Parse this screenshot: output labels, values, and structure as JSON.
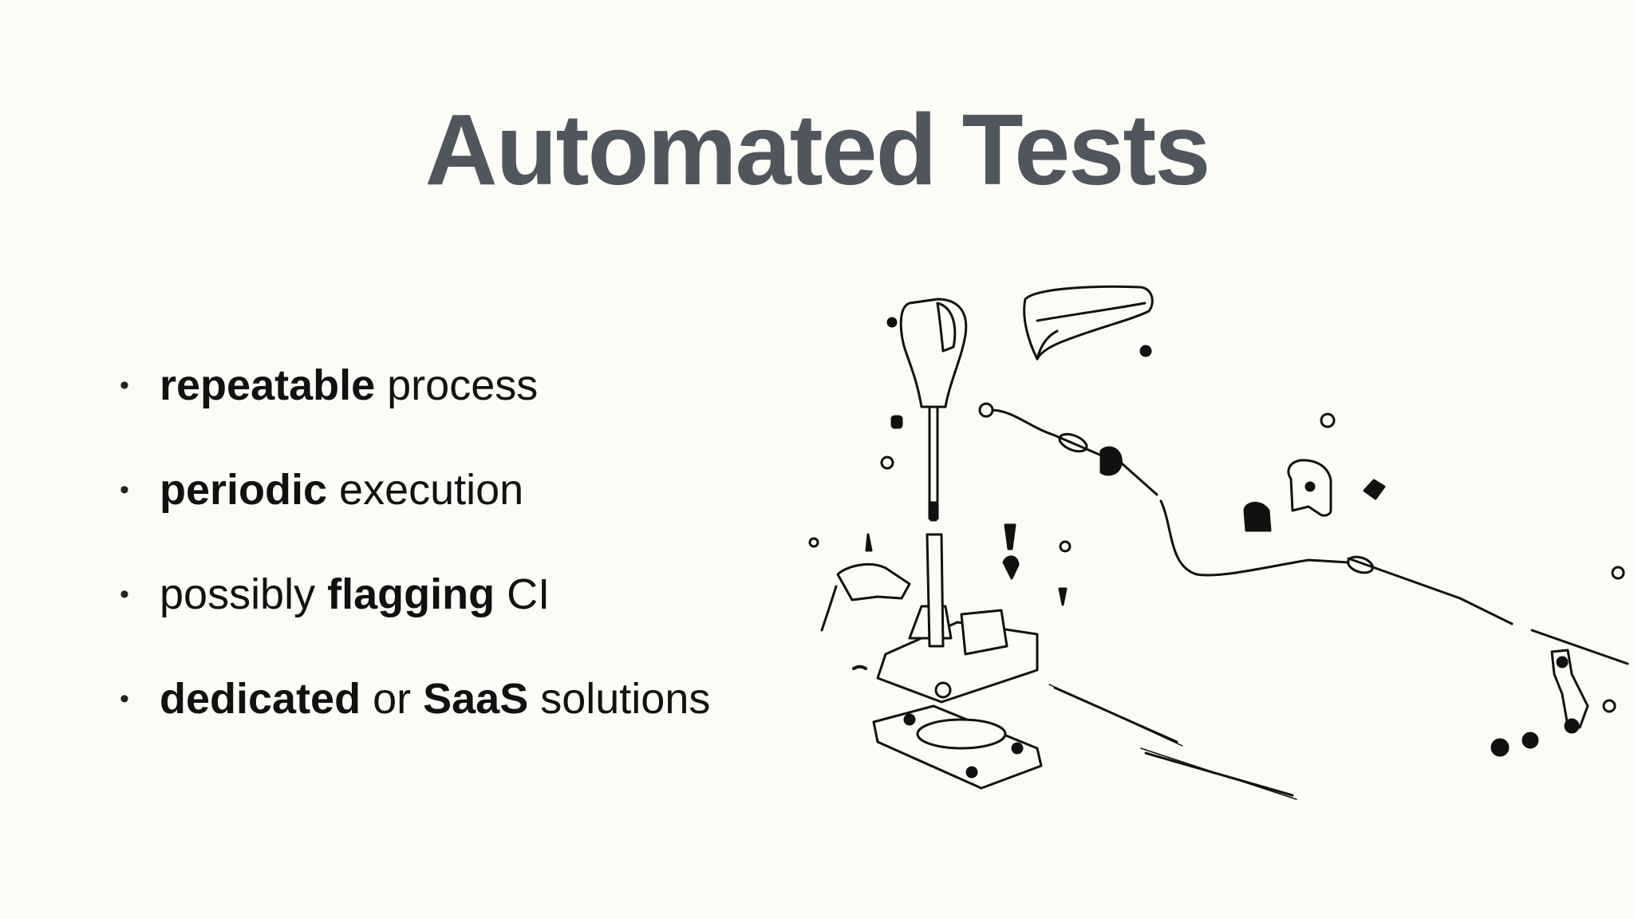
{
  "slide": {
    "title": "Automated Tests",
    "bullets": [
      {
        "parts": [
          {
            "text": "repeatable",
            "bold": true
          },
          {
            "text": " process",
            "bold": false
          }
        ]
      },
      {
        "parts": [
          {
            "text": "periodic",
            "bold": true
          },
          {
            "text": " execution",
            "bold": false
          }
        ]
      },
      {
        "parts": [
          {
            "text": "possibly ",
            "bold": false
          },
          {
            "text": "flagging",
            "bold": true
          },
          {
            "text": " CI",
            "bold": false
          }
        ]
      },
      {
        "parts": [
          {
            "text": "dedicated",
            "bold": true
          },
          {
            "text": " or ",
            "bold": false
          },
          {
            "text": "SaaS",
            "bold": true
          },
          {
            "text": " solutions",
            "bold": false
          }
        ]
      }
    ],
    "bullet_glyph": "•",
    "illustration": "gear-shifter-exploded-diagram"
  },
  "colors": {
    "background": "#fcfcf7",
    "title": "#50565e",
    "text": "#111111",
    "line_art": "#111111"
  }
}
